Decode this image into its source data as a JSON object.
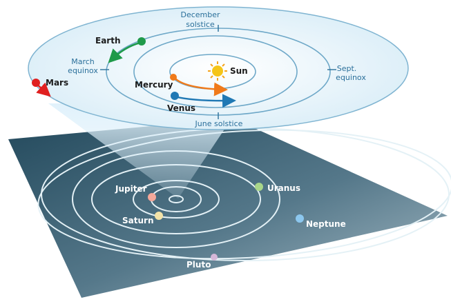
{
  "diagram": {
    "inner_panel": {
      "sun": "Sun",
      "mercury": "Mercury",
      "venus": "Venus",
      "earth": "Earth",
      "mars": "Mars",
      "december_solstice_1": "December",
      "december_solstice_2": "solstice",
      "june_solstice": "June solstice",
      "march_equinox_1": "March",
      "march_equinox_2": "equinox",
      "sept_equinox_1": "Sept.",
      "sept_equinox_2": "equinox"
    },
    "outer_panel": {
      "jupiter": "Jupiter",
      "saturn": "Saturn",
      "uranus": "Uranus",
      "neptune": "Neptune",
      "pluto": "Pluto"
    },
    "colors": {
      "earth": "#1f9a4a",
      "mars": "#e02020",
      "mercury": "#f07a1a",
      "venus": "#1f78b4",
      "sun": "#f5c518",
      "jupiter": "#f4a89a",
      "saturn": "#f3e3a8",
      "uranus": "#a9d68a",
      "neptune": "#8cc7ee",
      "pluto": "#d6b7d8"
    }
  }
}
